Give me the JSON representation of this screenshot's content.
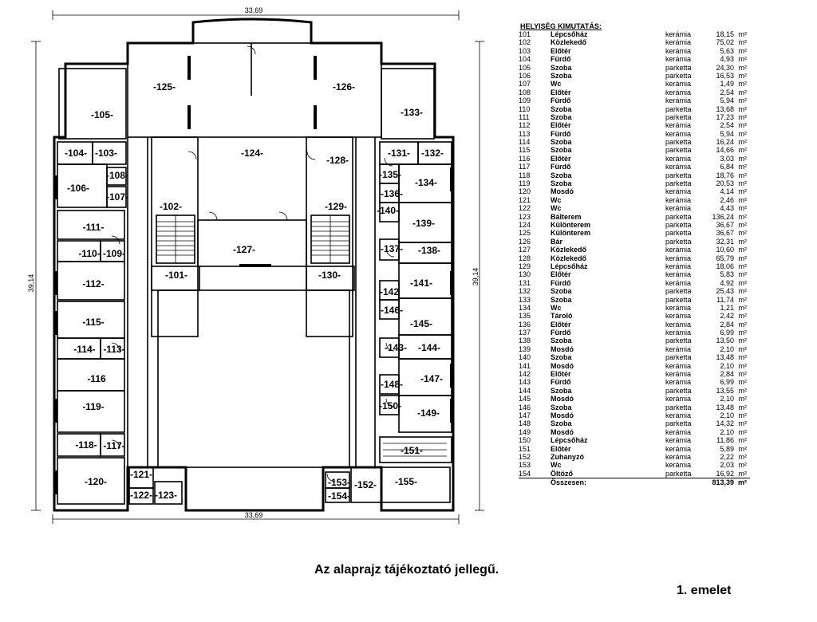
{
  "dimensions": {
    "top": "33,69",
    "bottom": "33,69",
    "left": "39,14",
    "right": "39,14"
  },
  "room_labels": [
    "-101-",
    "-102-",
    "-103-",
    "-104-",
    "-105-",
    "-106-",
    "-107-",
    "-108-",
    "-109-",
    "-110-",
    "-111-",
    "-112-",
    "-113-",
    "-114-",
    "-115-",
    "-116",
    "-117-",
    "-118-",
    "-119-",
    "-120-",
    "-121-",
    "-122-",
    "-123-",
    "-124-",
    "-125-",
    "-126-",
    "-127-",
    "-128-",
    "-129-",
    "-130-",
    "-131-",
    "-132-",
    "-133-",
    "-134-",
    "-135-",
    "-136-",
    "-137-",
    "-138-",
    "-139-",
    "-140-",
    "-141-",
    "-142",
    "-143-",
    "-144-",
    "-145-",
    "-146-",
    "-147-",
    "-148-",
    "-149-",
    "-150-",
    "-151-",
    "-152-",
    "-153-",
    "-154-",
    "-155-"
  ],
  "table": {
    "title": "HELYISÉG KIMUTATÁS:",
    "unit": "m²",
    "rows": [
      {
        "no": "101",
        "name": "Lépcsőház",
        "floor": "kerámia",
        "area": "18,15"
      },
      {
        "no": "102",
        "name": "Közlekedő",
        "floor": "kerámia",
        "area": "75,02"
      },
      {
        "no": "103",
        "name": "Előtér",
        "floor": "kerámia",
        "area": "5,63"
      },
      {
        "no": "104",
        "name": "Fürdő",
        "floor": "kerámia",
        "area": "4,93"
      },
      {
        "no": "105",
        "name": "Szoba",
        "floor": "parketta",
        "area": "24,30"
      },
      {
        "no": "106",
        "name": "Szoba",
        "floor": "parketta",
        "area": "16,53"
      },
      {
        "no": "107",
        "name": "Wc",
        "floor": "kerámia",
        "area": "1,49"
      },
      {
        "no": "108",
        "name": "Előtér",
        "floor": "kerámia",
        "area": "2,54"
      },
      {
        "no": "109",
        "name": "Fürdő",
        "floor": "kerámia",
        "area": "5,94"
      },
      {
        "no": "110",
        "name": "Szoba",
        "floor": "parketta",
        "area": "13,68"
      },
      {
        "no": "111",
        "name": "Szoba",
        "floor": "parketta",
        "area": "17,23"
      },
      {
        "no": "112",
        "name": "Előtér",
        "floor": "kerámia",
        "area": "2,54"
      },
      {
        "no": "113",
        "name": "Fürdő",
        "floor": "kerámia",
        "area": "5,94"
      },
      {
        "no": "114",
        "name": "Szoba",
        "floor": "parketta",
        "area": "16,24"
      },
      {
        "no": "115",
        "name": "Szoba",
        "floor": "parketta",
        "area": "14,66"
      },
      {
        "no": "116",
        "name": "Előtér",
        "floor": "kerámia",
        "area": "3,03"
      },
      {
        "no": "117",
        "name": "Fürdő",
        "floor": "kerámia",
        "area": "6,84"
      },
      {
        "no": "118",
        "name": "Szoba",
        "floor": "parketta",
        "area": "18,76"
      },
      {
        "no": "119",
        "name": "Szoba",
        "floor": "parketta",
        "area": "20,53"
      },
      {
        "no": "120",
        "name": "Mosdó",
        "floor": "kerámia",
        "area": "4,14"
      },
      {
        "no": "121",
        "name": "Wc",
        "floor": "kerámia",
        "area": "2,46"
      },
      {
        "no": "122",
        "name": "Wc",
        "floor": "kerámia",
        "area": "4,43"
      },
      {
        "no": "123",
        "name": "Bálterem",
        "floor": "parketta",
        "area": "136,24"
      },
      {
        "no": "124",
        "name": "Különterem",
        "floor": "parketta",
        "area": "36,67"
      },
      {
        "no": "125",
        "name": "Különterem",
        "floor": "parketta",
        "area": "36,67"
      },
      {
        "no": "126",
        "name": "Bár",
        "floor": "parketta",
        "area": "32,31"
      },
      {
        "no": "127",
        "name": "Közlekedő",
        "floor": "kerámia",
        "area": "10,60"
      },
      {
        "no": "128",
        "name": "Közlekedő",
        "floor": "kerámia",
        "area": "65,79"
      },
      {
        "no": "129",
        "name": "Lépcsőház",
        "floor": "kerámia",
        "area": "18,06"
      },
      {
        "no": "130",
        "name": "Előtér",
        "floor": "kerámia",
        "area": "5,83"
      },
      {
        "no": "131",
        "name": "Fürdő",
        "floor": "kerámia",
        "area": "4,92"
      },
      {
        "no": "132",
        "name": "Szoba",
        "floor": "parketta",
        "area": "25,43"
      },
      {
        "no": "133",
        "name": "Szoba",
        "floor": "parketta",
        "area": "11,74"
      },
      {
        "no": "134",
        "name": "Wc",
        "floor": "kerámia",
        "area": "1,21"
      },
      {
        "no": "135",
        "name": "Tároló",
        "floor": "kerámia",
        "area": "2,42"
      },
      {
        "no": "136",
        "name": "Előtér",
        "floor": "kerámia",
        "area": "2,84"
      },
      {
        "no": "137",
        "name": "Fürdő",
        "floor": "kerámia",
        "area": "6,99"
      },
      {
        "no": "138",
        "name": "Szoba",
        "floor": "parketta",
        "area": "13,50"
      },
      {
        "no": "139",
        "name": "Mosdó",
        "floor": "kerámia",
        "area": "2,10"
      },
      {
        "no": "140",
        "name": "Szoba",
        "floor": "parketta",
        "area": "13,48"
      },
      {
        "no": "141",
        "name": "Mosdó",
        "floor": "kerámia",
        "area": "2,10"
      },
      {
        "no": "142",
        "name": "Előtér",
        "floor": "kerámia",
        "area": "2,84"
      },
      {
        "no": "143",
        "name": "Fürdő",
        "floor": "kerámia",
        "area": "6,99"
      },
      {
        "no": "144",
        "name": "Szoba",
        "floor": "parketta",
        "area": "13,55"
      },
      {
        "no": "145",
        "name": "Mosdó",
        "floor": "kerámia",
        "area": "2,10"
      },
      {
        "no": "146",
        "name": "Szoba",
        "floor": "parketta",
        "area": "13,48"
      },
      {
        "no": "147",
        "name": "Mosdó",
        "floor": "kerámia",
        "area": "2,10"
      },
      {
        "no": "148",
        "name": "Szoba",
        "floor": "parketta",
        "area": "14,32"
      },
      {
        "no": "149",
        "name": "Mosdó",
        "floor": "kerámia",
        "area": "2,10"
      },
      {
        "no": "150",
        "name": "Lépcsőház",
        "floor": "kerámia",
        "area": "11,86"
      },
      {
        "no": "151",
        "name": "Előtér",
        "floor": "kerámia",
        "area": "5,89"
      },
      {
        "no": "152",
        "name": "Zuhanyzó",
        "floor": "kerámia",
        "area": "2,22"
      },
      {
        "no": "153",
        "name": "Wc",
        "floor": "kerámia",
        "area": "2,03"
      },
      {
        "no": "154",
        "name": "Öltöző",
        "floor": "parketta",
        "area": "16,92"
      }
    ],
    "total_label": "Összesen:",
    "total_area": "813,39"
  },
  "note": "Az alaprajz tájékoztató jellegű.",
  "floor_label": "1. emelet"
}
